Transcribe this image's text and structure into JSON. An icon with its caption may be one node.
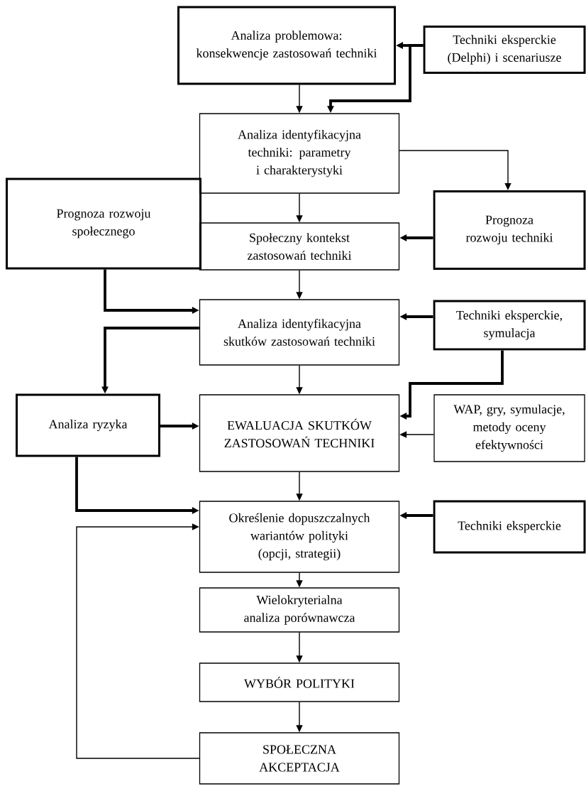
{
  "diagram": {
    "nodes": [
      {
        "text": [
          "Analiza problemowa: konsekwencje zastosowań techniki"
        ]
      },
      {
        "text": [
          "Techniki eksperckie (Delphi) i scenariusze"
        ]
      },
      {
        "text": [
          "Analiza identyfikacyjna techniki: parametry i charakterystyki"
        ]
      },
      {
        "text": [
          "Prognoza rozwoju społecznego"
        ]
      },
      {
        "text": [
          "Prognoza rozwoju techniki"
        ]
      },
      {
        "text": [
          "Społeczny kontekst zastosowań techniki"
        ]
      },
      {
        "text": [
          "Analiza identyfikacyjna skutków zastosowań techniki"
        ]
      },
      {
        "text": [
          "Techniki eksperckie, symulacja"
        ]
      },
      {
        "text": [
          "Analiza ryzyka"
        ]
      },
      {
        "text": [
          "EWALUACJA SKUTKÓW ZASTOSOWAŃ TECHNIKI"
        ]
      },
      {
        "text": [
          "WAP, gry, symulacje, metody oceny efektywności"
        ]
      },
      {
        "text": [
          "Określenie dopuszczalnych wariantów polityki (opcji, strategii)"
        ]
      },
      {
        "text": [
          "Techniki eksperckie"
        ]
      },
      {
        "text": [
          "Wielokryterialna analiza porównawcza"
        ]
      },
      {
        "text": [
          "WYBÓR POLITYKI"
        ]
      },
      {
        "text": [
          "SPOŁECZNA AKCEPTACJA"
        ]
      }
    ],
    "edges": [
      {
        "from": 0,
        "to": 2,
        "arrow": "to"
      },
      {
        "from": 1,
        "to": 0,
        "arrow": "to",
        "style": "thick"
      },
      {
        "from": 1,
        "to": 2,
        "arrow": "to",
        "style": "thick"
      },
      {
        "from": 2,
        "to": 4,
        "arrow": "to"
      },
      {
        "from": 2,
        "to": 5,
        "arrow": "to"
      },
      {
        "from": 4,
        "to": 5,
        "arrow": "to",
        "style": "thick"
      },
      {
        "from": 3,
        "to": 6,
        "arrow": "to",
        "style": "thick"
      },
      {
        "from": 5,
        "to": 6,
        "arrow": "to"
      },
      {
        "from": 7,
        "to": 6,
        "arrow": "to",
        "style": "thick"
      },
      {
        "from": 6,
        "to": 8,
        "arrow": "to",
        "style": "thick"
      },
      {
        "from": 6,
        "to": 9,
        "arrow": "to"
      },
      {
        "from": 7,
        "to": 9,
        "arrow": "to",
        "style": "thick"
      },
      {
        "from": 8,
        "to": 9,
        "arrow": "to",
        "style": "thick"
      },
      {
        "from": 10,
        "to": 9,
        "arrow": "to"
      },
      {
        "from": 8,
        "to": 11,
        "arrow": "to",
        "style": "thick"
      },
      {
        "from": 9,
        "to": 11,
        "arrow": "to"
      },
      {
        "from": 12,
        "to": 11,
        "arrow": "to",
        "style": "thick"
      },
      {
        "from": 11,
        "to": 13,
        "arrow": "to"
      },
      {
        "from": 13,
        "to": 14,
        "arrow": "to"
      },
      {
        "from": 14,
        "to": 15,
        "arrow": "to"
      },
      {
        "from": 15,
        "to": 11,
        "arrow": "to"
      }
    ]
  }
}
